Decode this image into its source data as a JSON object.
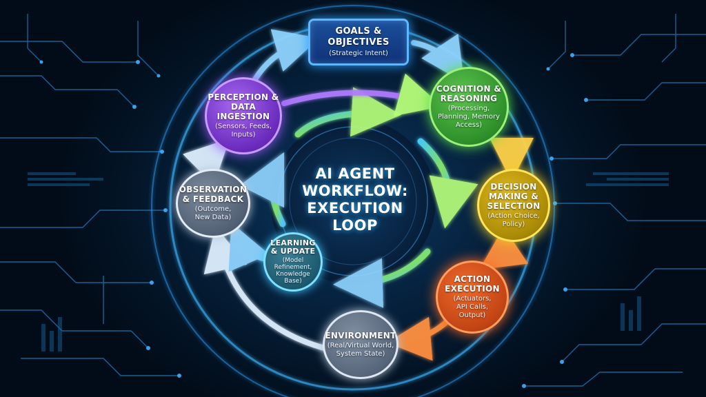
{
  "diagram": {
    "title_lines": [
      "AI AGENT",
      "WORKFLOW:",
      "EXECUTION",
      "LOOP"
    ],
    "nodes": {
      "goals": {
        "title": [
          "GOALS &",
          "OBJECTIVES"
        ],
        "subtitle": [
          "(Strategic Intent)"
        ],
        "color": "#1c4f9c"
      },
      "cognition": {
        "title": [
          "COGNITION &",
          "REASONING"
        ],
        "subtitle": [
          "(Processing,",
          "Planning, Memory",
          "Access)"
        ],
        "color": "#2e8f2a"
      },
      "decision": {
        "title": [
          "DECISION",
          "MAKING &",
          "SELECTION"
        ],
        "subtitle": [
          "(Action Choice,",
          "Policy)"
        ],
        "color": "#c8a40c"
      },
      "action": {
        "title": [
          "ACTION",
          "EXECUTION"
        ],
        "subtitle": [
          "(Actuators,",
          "API Calls,",
          "Output)"
        ],
        "color": "#d04e18"
      },
      "environment": {
        "title": [
          "ENVIRONMENT"
        ],
        "subtitle": [
          "(Real/Virtual World,",
          "System State)"
        ],
        "color": "#56657a"
      },
      "observation": {
        "title": [
          "OBSERVATION",
          "& FEEDBACK"
        ],
        "subtitle": [
          "(Outcome,",
          "New Data)"
        ],
        "color": "#526075"
      },
      "perception": {
        "title": [
          "PERCEPTION &",
          "DATA INGESTION"
        ],
        "subtitle": [
          "(Sensors, Feeds,",
          "Inputs)"
        ],
        "color": "#7a36cc"
      },
      "learning": {
        "title": [
          "LEARNING",
          "& UPDATE"
        ],
        "subtitle": [
          "(Model",
          "Refinement,",
          "Knowledge",
          "Base)"
        ],
        "color": "#1d5a6f"
      }
    }
  }
}
